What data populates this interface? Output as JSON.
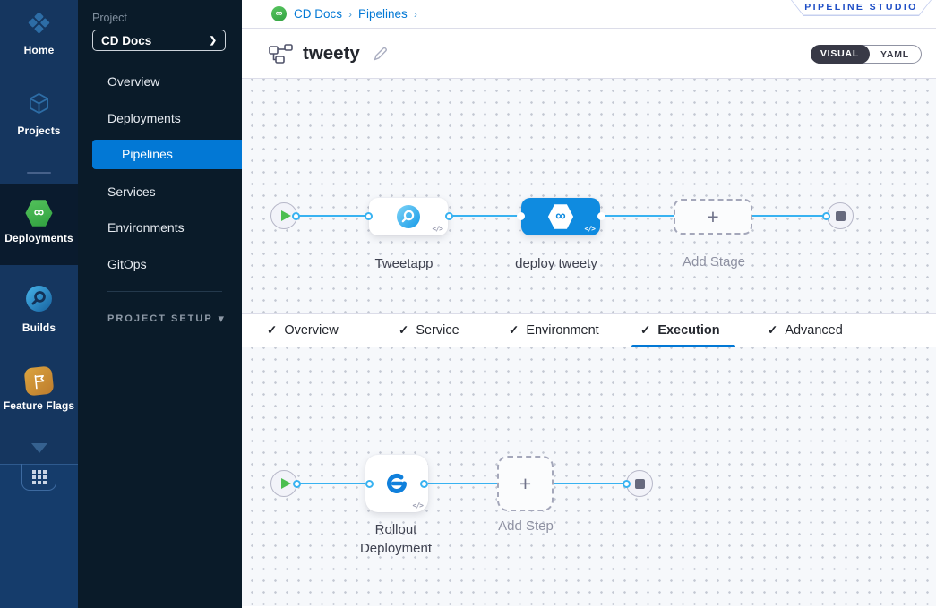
{
  "icons": {
    "check": "✓",
    "plus": "+",
    "code": "</>",
    "infinity": "∞",
    "chevron_right": "❯",
    "chevron_down": "▾",
    "separator": "›"
  },
  "rail": {
    "items": [
      {
        "label": "Home"
      },
      {
        "label": "Projects"
      },
      {
        "label": "Deployments",
        "active": "true"
      },
      {
        "label": "Builds"
      },
      {
        "label": "Feature Flags"
      }
    ]
  },
  "sidebar": {
    "project_label": "Project",
    "project_name": "CD Docs",
    "items": [
      {
        "label": "Overview"
      },
      {
        "label": "Deployments"
      },
      {
        "label": "Pipelines",
        "active": "true"
      },
      {
        "label": "Services"
      },
      {
        "label": "Environments"
      },
      {
        "label": "GitOps"
      }
    ],
    "setup_label": "PROJECT SETUP"
  },
  "breadcrumb": {
    "crumbs": [
      "CD Docs",
      "Pipelines"
    ]
  },
  "badge_label": "PIPELINE STUDIO",
  "header": {
    "title": "tweety"
  },
  "toggle": {
    "visual": "VISUAL",
    "yaml": "YAML",
    "selected": "VISUAL"
  },
  "stage_pipeline": {
    "stages": [
      {
        "name": "Tweetapp",
        "type": "build-stage"
      },
      {
        "name": "deploy tweety",
        "type": "deploy-stage",
        "selected": "true"
      },
      {
        "name": "Add Stage",
        "type": "add-stage"
      }
    ]
  },
  "tabs": {
    "items": [
      {
        "label": "Overview",
        "done": "true"
      },
      {
        "label": "Service",
        "done": "true"
      },
      {
        "label": "Environment",
        "done": "true"
      },
      {
        "label": "Execution",
        "done": "true",
        "active": "true"
      },
      {
        "label": "Advanced",
        "done": "true"
      }
    ]
  },
  "execution_pipeline": {
    "steps": [
      {
        "name": "Rollout Deployment",
        "type": "step"
      },
      {
        "name": "Add Step",
        "type": "add-step"
      }
    ]
  },
  "colors": {
    "accent": "#0278d5",
    "connector": "#38b2f1",
    "stage_selected": "#0f8be0",
    "success_green": "#42b84e",
    "badge_text": "#1e4ec6",
    "nav_bg": "#15365f",
    "sidebar_bg": "#0a1b29"
  }
}
